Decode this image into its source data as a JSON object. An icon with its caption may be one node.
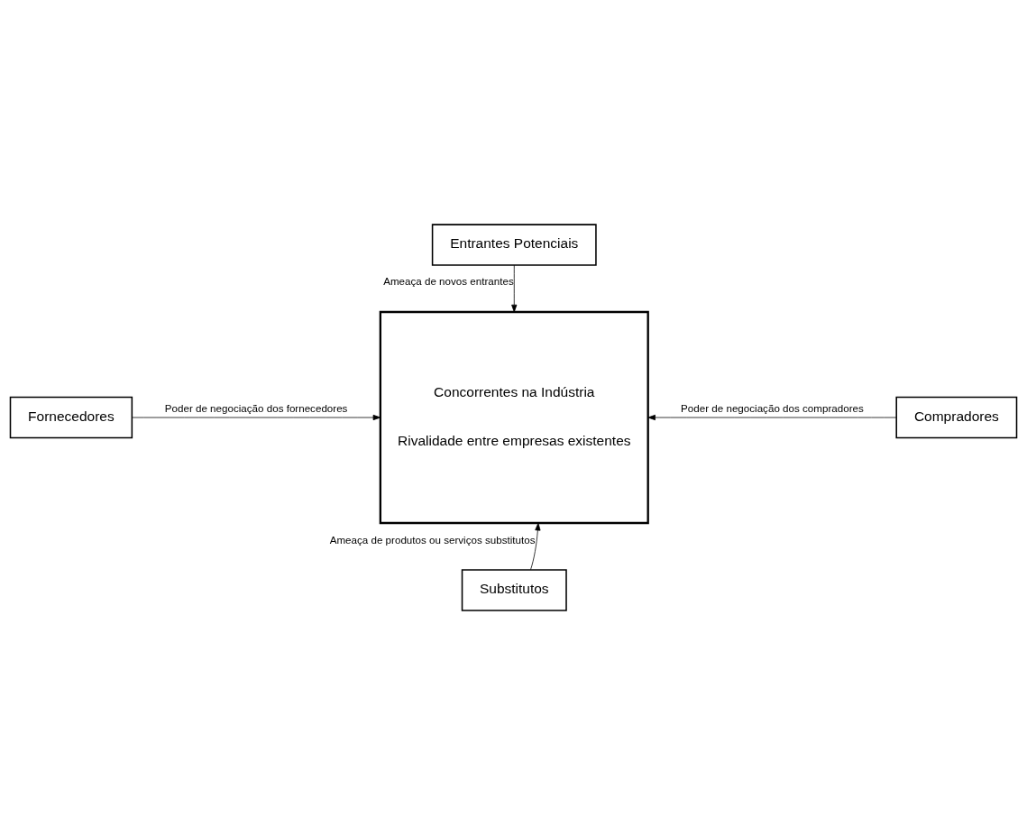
{
  "diagram": {
    "nodes": [
      {
        "text": [
          "Entrantes Potenciais"
        ]
      },
      {
        "text": [
          "Concorrentes na Indústria",
          "Rivalidade entre empresas existentes"
        ]
      },
      {
        "text": [
          "Fornecedores"
        ]
      },
      {
        "text": [
          "Compradores"
        ]
      },
      {
        "text": [
          "Substitutos"
        ]
      }
    ],
    "edges": [
      {
        "from": 0,
        "to": 1,
        "arrow": "to",
        "label": "Ameaça de novos entrantes"
      },
      {
        "from": 2,
        "to": 1,
        "arrow": "to",
        "label": "Poder de negociação dos fornecedores"
      },
      {
        "from": 3,
        "to": 1,
        "arrow": "to",
        "label": "Poder de negociação dos compradores"
      },
      {
        "from": 4,
        "to": 1,
        "arrow": "to",
        "label": "Ameaça de produtos ou serviços substitutos"
      }
    ]
  }
}
